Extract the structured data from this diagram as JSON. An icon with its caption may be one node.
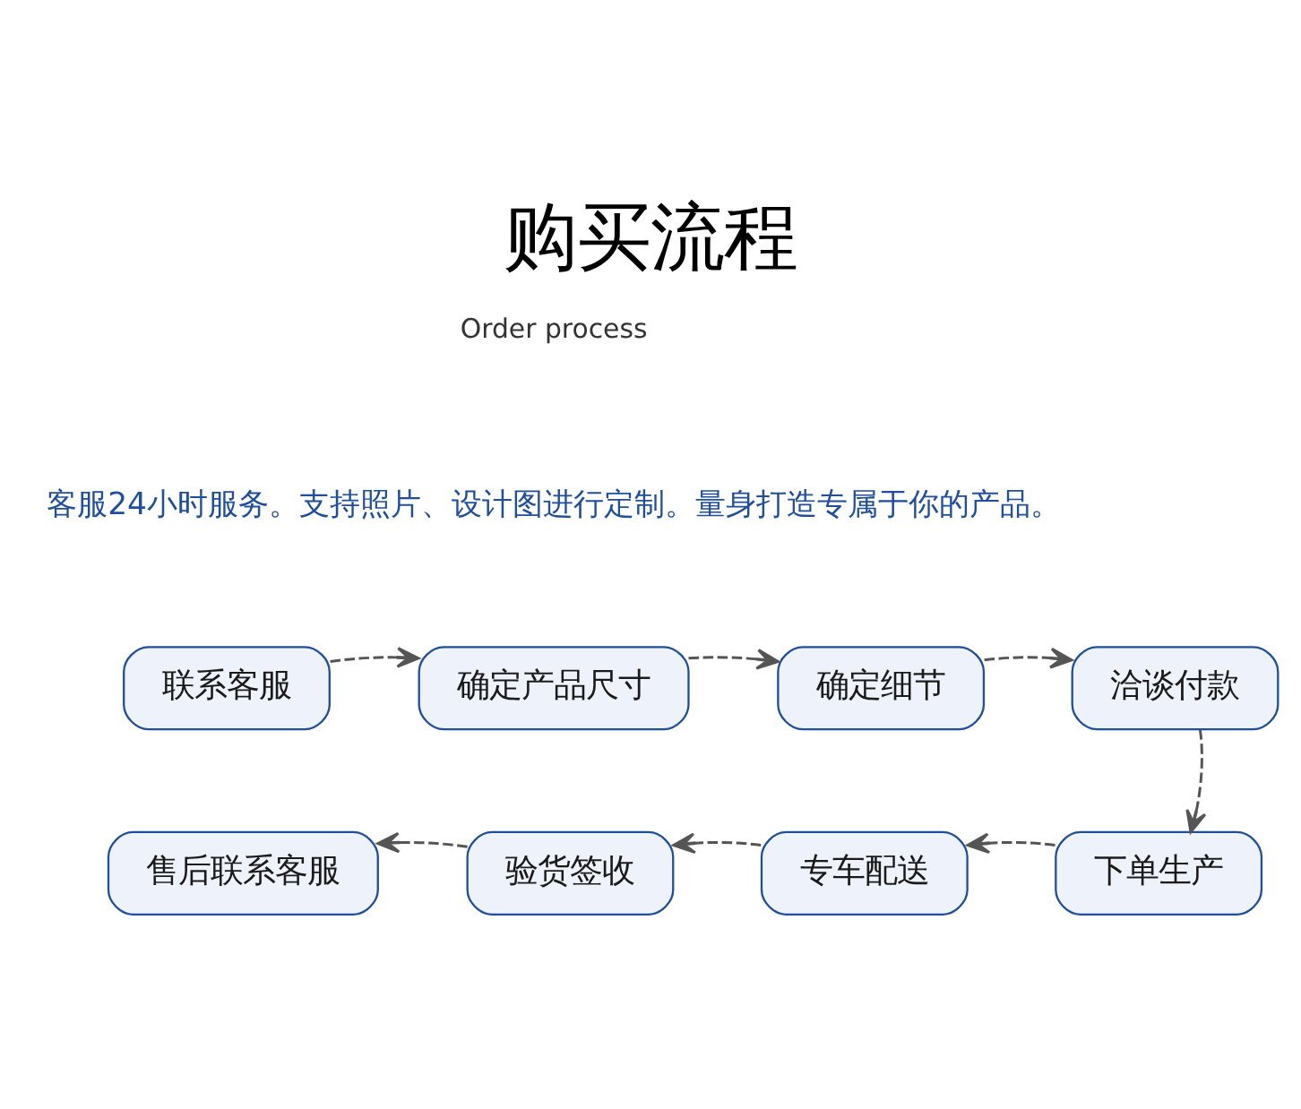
{
  "diagram": {
    "title": "购买流程",
    "nodes": [
      {
        "text": [
          "联系客服"
        ]
      },
      {
        "text": [
          "确定产品尺寸"
        ]
      },
      {
        "text": [
          "确定细节"
        ]
      },
      {
        "text": [
          "洽谈付款"
        ]
      },
      {
        "text": [
          "售后联系客服"
        ]
      },
      {
        "text": [
          "验货签收"
        ]
      },
      {
        "text": [
          "专车配送"
        ]
      },
      {
        "text": [
          "下单生产"
        ]
      }
    ],
    "edges": [
      {
        "from": 0,
        "to": 1,
        "arrow": "to",
        "style": "dashed"
      },
      {
        "from": 1,
        "to": 2,
        "arrow": "to",
        "style": "dashed"
      },
      {
        "from": 2,
        "to": 3,
        "arrow": "to",
        "style": "dashed"
      },
      {
        "from": 3,
        "to": 7,
        "arrow": "to",
        "style": "dashed"
      },
      {
        "from": 7,
        "to": 6,
        "arrow": "to",
        "style": "dashed"
      },
      {
        "from": 6,
        "to": 5,
        "arrow": "to",
        "style": "dashed"
      },
      {
        "from": 5,
        "to": 4,
        "arrow": "to",
        "style": "dashed"
      }
    ],
    "labels": [
      "Order process",
      "客服24小时服务。支持照片、设计图进行定制。量身打造专属于你的产品。"
    ]
  }
}
